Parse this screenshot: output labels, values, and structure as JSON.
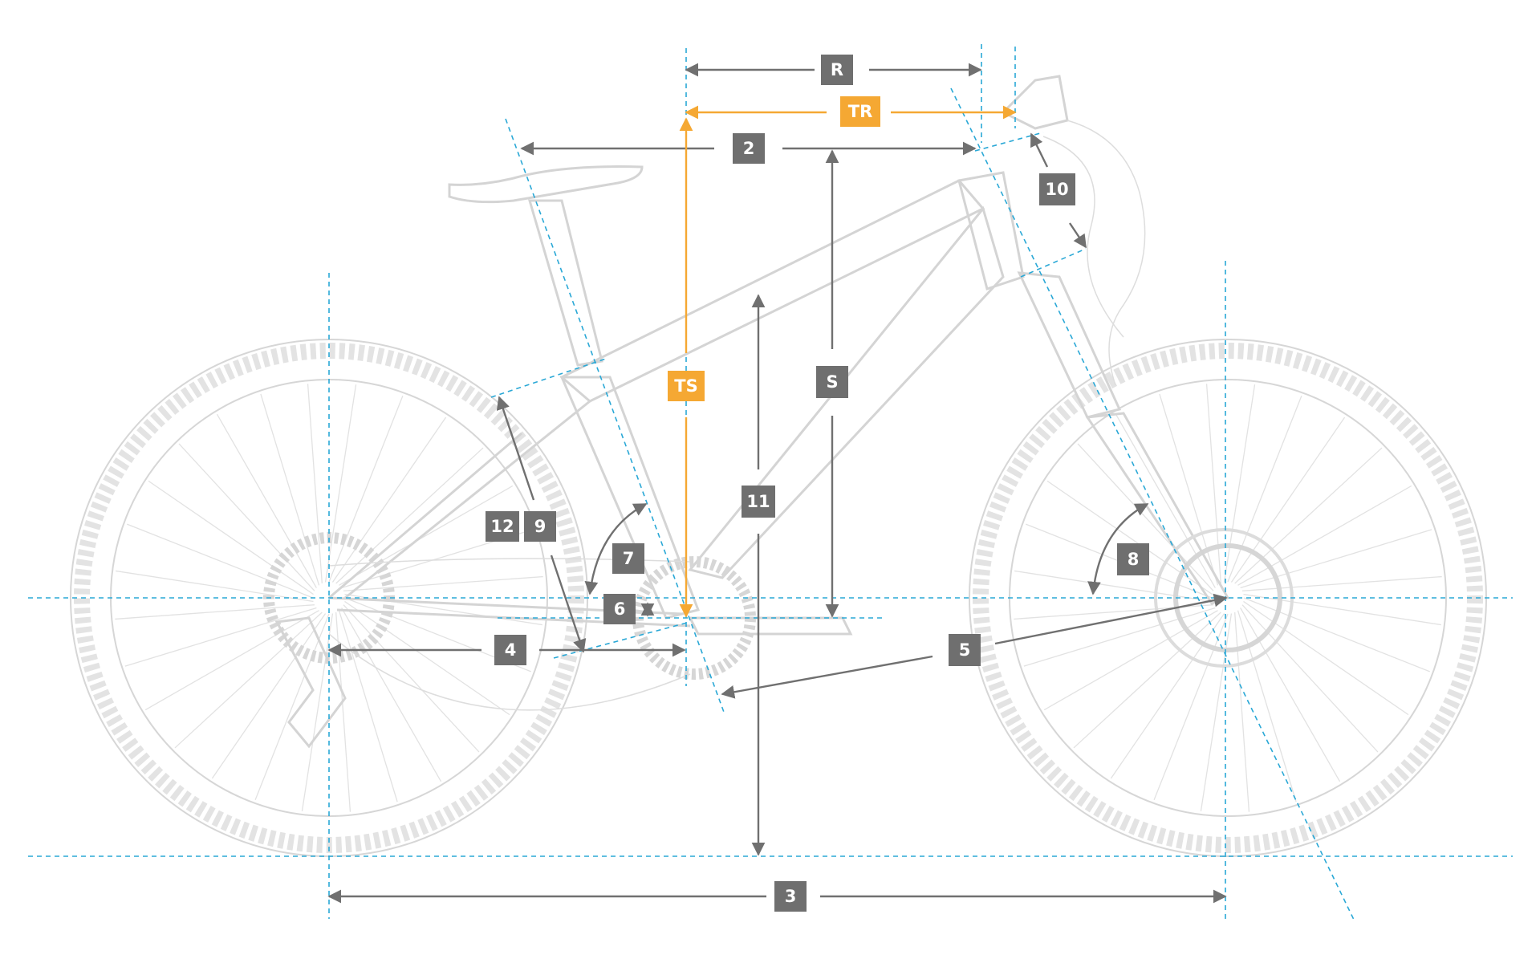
{
  "colors": {
    "guide": "#2aa8d6",
    "dimension": "#707070",
    "label_bg": "#6f6f6f",
    "highlight": "#f5a833",
    "bike": "#d4d4d4"
  },
  "labels": {
    "R": "R",
    "TR": "TR",
    "TS": "TS",
    "S": "S",
    "n2": "2",
    "n3": "3",
    "n4": "4",
    "n5": "5",
    "n6": "6",
    "n7": "7",
    "n8": "8",
    "n9": "9",
    "n10": "10",
    "n11": "11",
    "n12": "12"
  }
}
